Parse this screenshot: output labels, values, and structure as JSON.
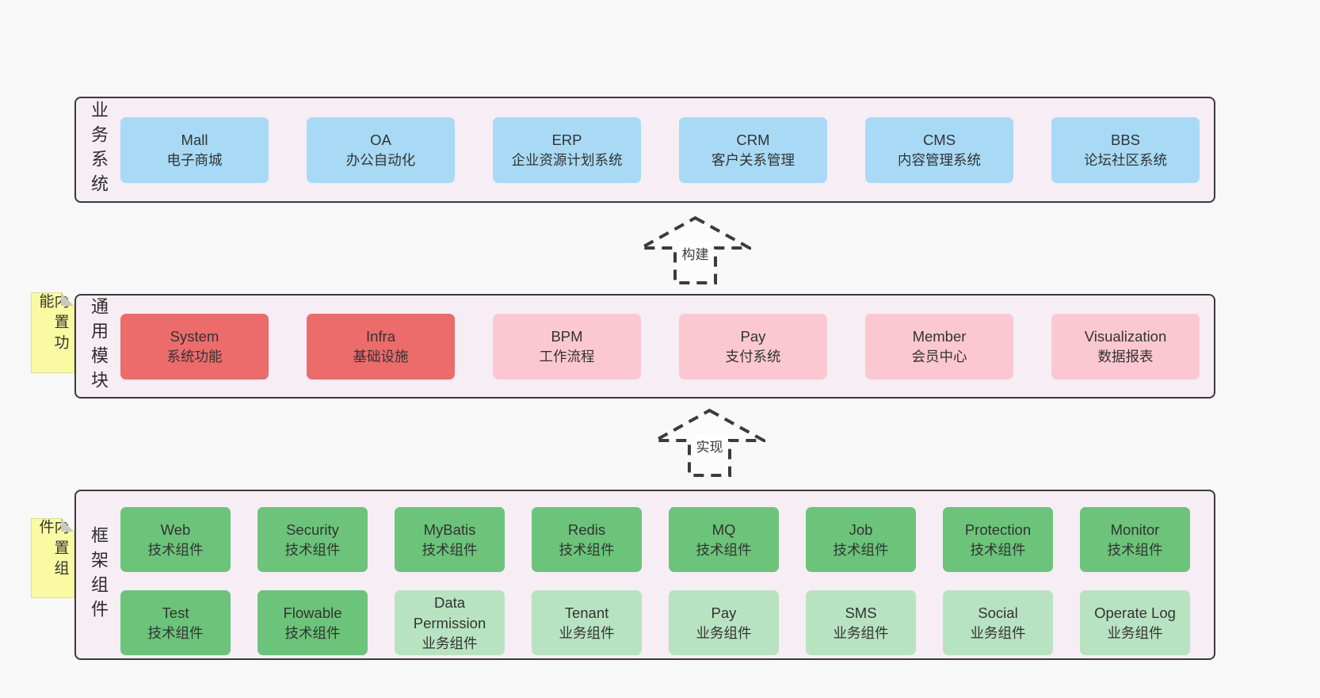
{
  "diagram": {
    "arrows": [
      {
        "label": "构建"
      },
      {
        "label": "实现"
      }
    ],
    "layers": {
      "business": {
        "label": "业务系统",
        "items": [
          {
            "name": "Mall",
            "desc": "电子商城"
          },
          {
            "name": "OA",
            "desc": "办公自动化"
          },
          {
            "name": "ERP",
            "desc": "企业资源计划系统"
          },
          {
            "name": "CRM",
            "desc": "客户关系管理"
          },
          {
            "name": "CMS",
            "desc": "内容管理系统"
          },
          {
            "name": "BBS",
            "desc": "论坛社区系统"
          }
        ]
      },
      "modules": {
        "label": "通用模块",
        "note": "内置功能",
        "items": [
          {
            "name": "System",
            "desc": "系统功能",
            "variant": "red"
          },
          {
            "name": "Infra",
            "desc": "基础设施",
            "variant": "red"
          },
          {
            "name": "BPM",
            "desc": "工作流程",
            "variant": "pink"
          },
          {
            "name": "Pay",
            "desc": "支付系统",
            "variant": "pink"
          },
          {
            "name": "Member",
            "desc": "会员中心",
            "variant": "pink"
          },
          {
            "name": "Visualization",
            "desc": "数据报表",
            "variant": "pink"
          }
        ]
      },
      "components": {
        "label": "框架组件",
        "note": "内置组件",
        "row1": [
          {
            "name": "Web",
            "desc": "技术组件",
            "variant": "green"
          },
          {
            "name": "Security",
            "desc": "技术组件",
            "variant": "green"
          },
          {
            "name": "MyBatis",
            "desc": "技术组件",
            "variant": "green"
          },
          {
            "name": "Redis",
            "desc": "技术组件",
            "variant": "green"
          },
          {
            "name": "MQ",
            "desc": "技术组件",
            "variant": "green"
          },
          {
            "name": "Job",
            "desc": "技术组件",
            "variant": "green"
          },
          {
            "name": "Protection",
            "desc": "技术组件",
            "variant": "green"
          },
          {
            "name": "Monitor",
            "desc": "技术组件",
            "variant": "green"
          }
        ],
        "row2": [
          {
            "name": "Test",
            "desc": "技术组件",
            "variant": "green"
          },
          {
            "name": "Flowable",
            "desc": "技术组件",
            "variant": "green"
          },
          {
            "name": "Data Permission",
            "desc": "业务组件",
            "variant": "lightgreen"
          },
          {
            "name": "Tenant",
            "desc": "业务组件",
            "variant": "lightgreen"
          },
          {
            "name": "Pay",
            "desc": "业务组件",
            "variant": "lightgreen"
          },
          {
            "name": "SMS",
            "desc": "业务组件",
            "variant": "lightgreen"
          },
          {
            "name": "Social",
            "desc": "业务组件",
            "variant": "lightgreen"
          },
          {
            "name": "Operate Log",
            "desc": "业务组件",
            "variant": "lightgreen"
          }
        ]
      }
    },
    "colors": {
      "page_bg": "#f8f8f8",
      "container_bg": "#f7edf5",
      "container_border": "#3b3b3b",
      "blue": "#a8daf5",
      "red": "#ec6b6b",
      "pink": "#fbc8d2",
      "green": "#6bc47a",
      "light_green": "#b8e3c1",
      "note_yellow": "#fafaa2",
      "text": "#333333"
    }
  }
}
